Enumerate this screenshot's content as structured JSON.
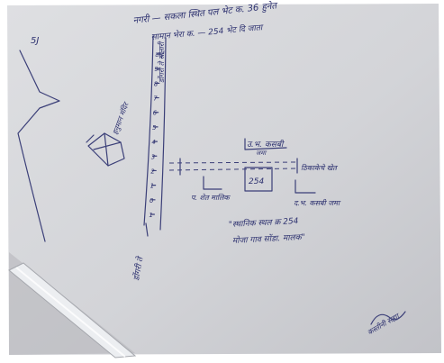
{
  "header": {
    "line_1": "नगरी — सकला स्थित पल भेट क. 36 हुनेत",
    "line_2": "सामान भेरा क. — 254 भेट दि जाता"
  },
  "corner_mark": "5J",
  "road_label": "डोंगरी ते सोनारी",
  "road_points": [
    "ठाई",
    "9",
    "8",
    "7",
    "6",
    "5",
    "4",
    "3",
    "2",
    "1",
    "0",
    "1"
  ],
  "left_side_text": "हनुमान मंदिर",
  "bottom_road_text": "डोंगरी ते",
  "boundaries": {
    "north": "उ.भ. कसबी",
    "north_sub": "जमा",
    "east": "ठिकाकेचे खेत",
    "west": "प. शेत मालिक",
    "south": "द.भ. कसबी जमा"
  },
  "plot_number": "254",
  "description_line_1": "\"स्थानिक स्थल क्र 254",
  "description_line_2": "मोजा गाव सोंडा. मालक\"",
  "signature": "कस्तीनी सह्या"
}
